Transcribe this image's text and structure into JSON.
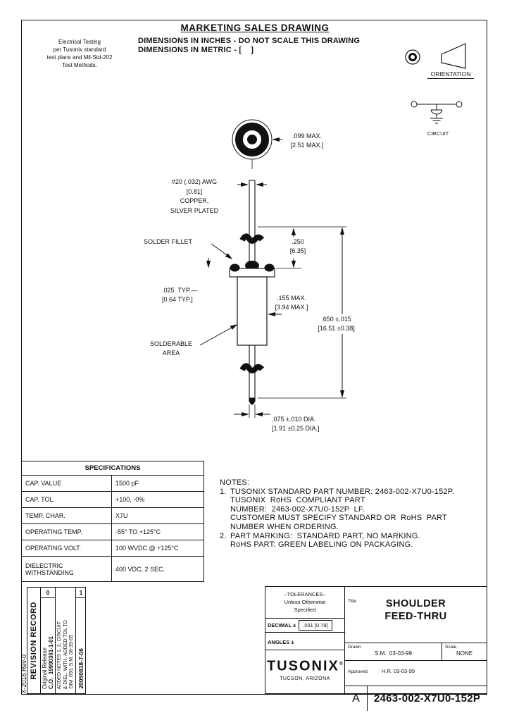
{
  "page": {
    "title": "MARKETING SALES DRAWING",
    "subtitle_inches": "DIMENSIONS IN INCHES - DO NOT SCALE THIS DRAWING",
    "subtitle_metric": "DIMENSIONS IN METRIC - [    ]",
    "electrical_note_lines": [
      "Electrical Testing",
      "per Tusonix standard",
      "test plans and Mil-Std-202",
      "Test Methods."
    ],
    "orientation_label": "ORIENTATION",
    "circuit_label": "CIRCUIT"
  },
  "dims": {
    "top_dia": ".099 MAX.",
    "top_dia_m": "[2.51 MAX.]",
    "wire1": "#20 (.032) AWG",
    "wire2": "[0.81]",
    "wire3": "COPPER,",
    "wire4": "SILVER PLATED",
    "solder_fillet": "SOLDER FILLET",
    "d250": ".250",
    "d250_m": "[6.35]",
    "d025": ".025  TYP.—",
    "d025_m": "[0.64 TYP.]",
    "d155": ".155 MAX.",
    "d155_m": "[3.94 MAX.]",
    "d650": ".650 ±.015",
    "d650_m": "[16.51 ±0.38]",
    "solderable1": "SOLDERABLE",
    "solderable2": "AREA",
    "d075": ".075 ±.010 DIA.",
    "d075_m": "[1.91 ±0.25 DIA.]"
  },
  "specs": {
    "title": "SPECIFICATIONS",
    "rows": [
      {
        "label": "CAP. VALUE",
        "value": "1500 pF"
      },
      {
        "label": "CAP. TOL.",
        "value": "+100, -0%"
      },
      {
        "label": "TEMP. CHAR.",
        "value": "X7U"
      },
      {
        "label": "OPERATING TEMP.",
        "value": "-55° TO +125°C"
      },
      {
        "label": "OPERATING VOLT.",
        "value": "100 WVDC @ +125°C"
      },
      {
        "label": "DIELECTRIC\nWITHSTANDING",
        "value": "400 VDC, 2 SEC."
      }
    ]
  },
  "notes": {
    "heading": "NOTES:",
    "n1_num": "1.",
    "n1_lines": [
      "TUSONIX STANDARD PART NUMBER: 2463-002-X7U0-152P.",
      "TUSONIX  RoHS  COMPLIANT PART",
      "NUMBER:  2463-002-X7U0-152P  LF.",
      "CUSTOMER MUST SPECIFY STANDARD OR  RoHS  PART",
      "NUMBER WHEN ORDERING."
    ],
    "n2_num": "2.",
    "n2_lines": [
      "PART MARKING:  STANDARD PART, NO MARKING.",
      "RoHS PART: GREEN LABELING ON PACKAGING."
    ]
  },
  "title_block": {
    "doc_code": "X-2016 Rev-0",
    "revision_record": "REVISION RECORD",
    "rev0_num": "0",
    "rev0_line1": "Original Release",
    "rev0_line2": "C.O.  19990301-1-01",
    "rev1_num": "1",
    "rev1_line1": "ADDED NOTES 1, 2, CIRCUIT",
    "rev1_line2": "& DIEL. WITH. ADDED TOL TO",
    "rev1_line3": "DIM .650, S.M. 08-19-05",
    "rev1_co": "20050818-7-06",
    "tolerances_title": "–TOLERANCES–",
    "tolerances_sub1": "Unless Otherwise",
    "tolerances_sub2": "Specified",
    "decimal_label": "DECIMAL ±",
    "decimal_value": ".031 [0.79]",
    "angles_label": "ANGLES ±",
    "logo": "TUSONIX",
    "logo_reg": "®",
    "logo_city": "TUCSON, ARIZONA",
    "title_label": "Title",
    "title_line1": "SHOULDER",
    "title_line2": "FEED-THRU",
    "drawn_label": "Drawn",
    "drawn_value": "S.M.  03-03-99",
    "scale_label": "Scale",
    "scale_value": "NONE",
    "approved_label": "Approved",
    "approved_value": "H.R. 03-03-99",
    "size": "A",
    "part_number": "2463-002-X7U0-152P"
  }
}
